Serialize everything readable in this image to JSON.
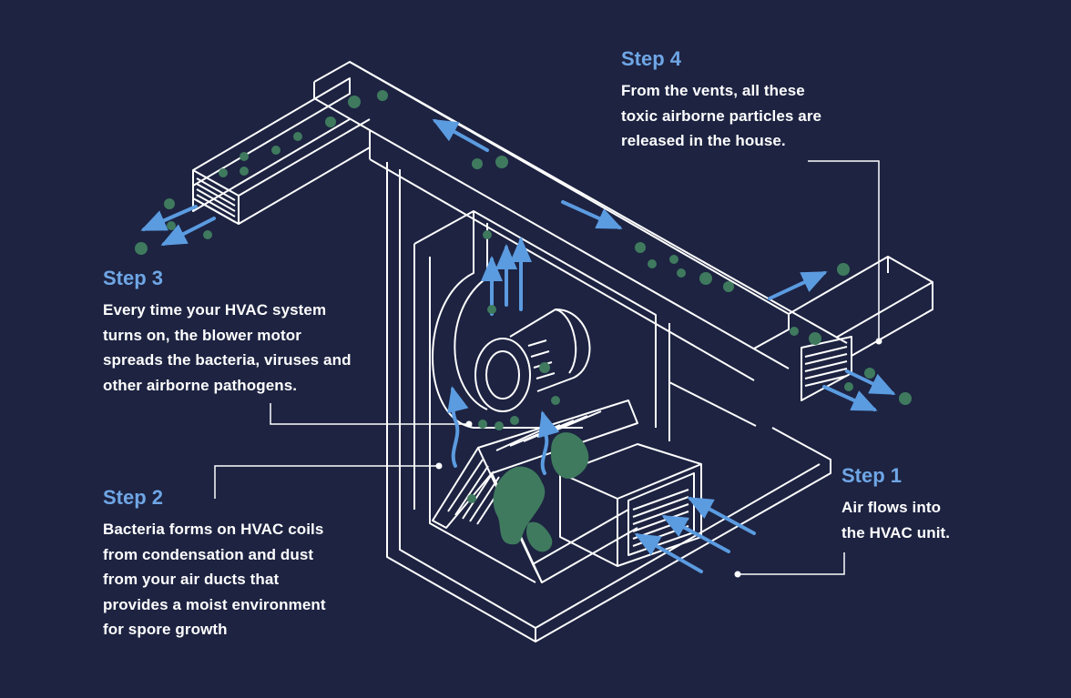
{
  "colors": {
    "background": "#1d2341",
    "line": "#ffffff",
    "title": "#6fa6e6",
    "arrow": "#5b9be0",
    "particle": "#3f7a5e"
  },
  "steps": {
    "step4": {
      "title": "Step 4",
      "lines": [
        "From the vents, all these",
        "toxic airborne particles are",
        "released in the house."
      ]
    },
    "step3": {
      "title": "Step 3",
      "lines": [
        "Every time your HVAC system",
        "turns on, the blower motor",
        "spreads the bacteria, viruses and",
        "other airborne pathogens."
      ]
    },
    "step2": {
      "title": "Step 2",
      "lines": [
        "Bacteria forms on HVAC coils",
        "from condensation and dust",
        "from your air ducts that",
        "provides a moist environment",
        "for spore growth"
      ]
    },
    "step1": {
      "title": "Step 1",
      "lines": [
        "Air flows into",
        "the HVAC unit."
      ]
    }
  }
}
